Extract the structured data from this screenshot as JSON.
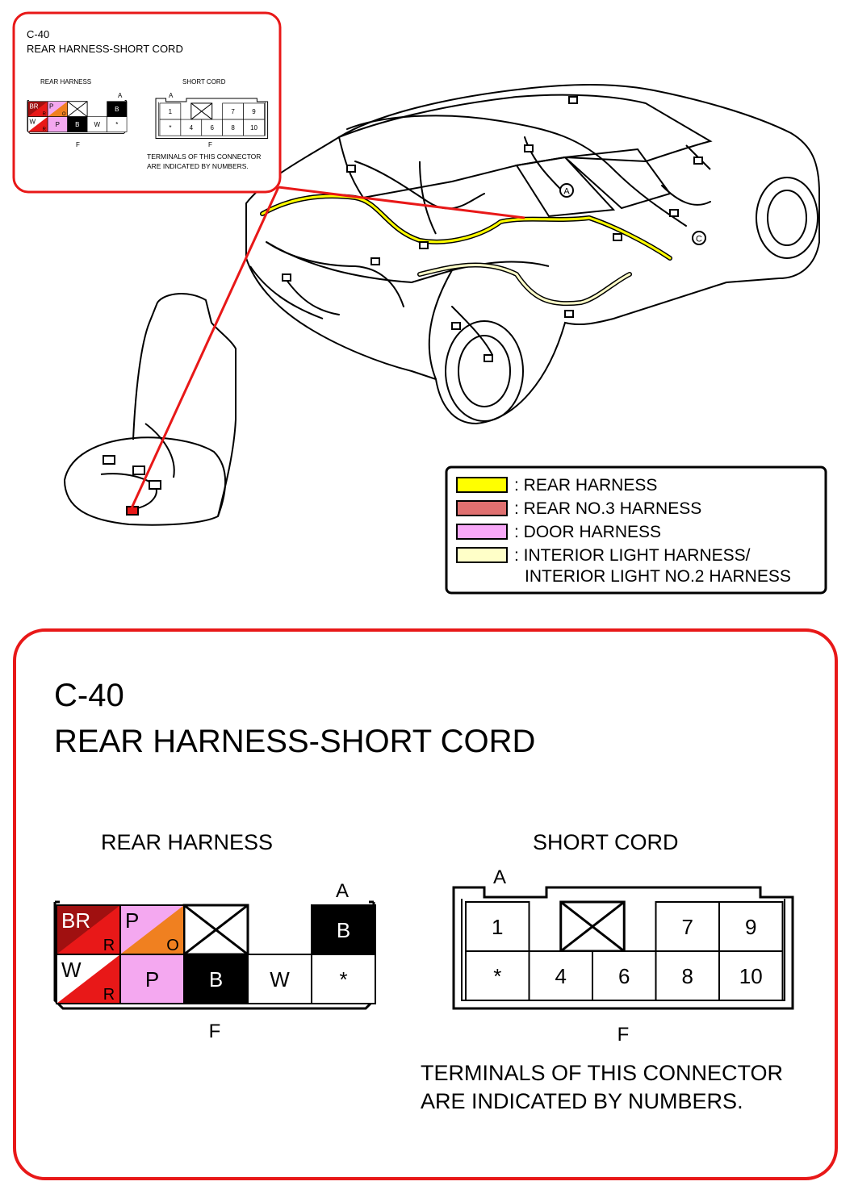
{
  "connector": {
    "code": "C-40",
    "name": "REAR HARNESS-SHORT CORD",
    "note_line1": "TERMINALS OF THIS CONNECTOR",
    "note_line2": "ARE INDICATED BY NUMBERS."
  },
  "rear_harness": {
    "title": "REAR HARNESS",
    "label_top": "A",
    "label_bottom": "F",
    "cells": [
      {
        "main": "BR",
        "sub": "R",
        "color_a": "#A01010",
        "color_b": "#E81818"
      },
      {
        "main": "P",
        "sub": "O",
        "color_a": "#F4A8F0",
        "color_b": "#F08020"
      },
      {
        "main": "W",
        "sub": "R",
        "color_a": "#FFFFFF",
        "color_b": "#E81818"
      },
      {
        "main": "P",
        "color": "#F4A8F0"
      },
      {
        "main": "B",
        "color": "#000000"
      },
      {
        "main": "W",
        "color": "#FFFFFF"
      },
      {
        "main": "B",
        "color": "#000000"
      },
      {
        "main": "*",
        "color": "#FFFFFF"
      }
    ]
  },
  "short_cord": {
    "title": "SHORT CORD",
    "label_top": "A",
    "label_bottom": "F",
    "pins": [
      "1",
      "7",
      "9",
      "*",
      "4",
      "6",
      "8",
      "10"
    ]
  },
  "legend": [
    {
      "label": ": REAR HARNESS",
      "color": "#FFFF00"
    },
    {
      "label": ": REAR NO.3 HARNESS",
      "color": "#E07070"
    },
    {
      "label": ": DOOR HARNESS",
      "color": "#F8A8F8"
    },
    {
      "label": ": INTERIOR LIGHT HARNESS/",
      "color": "#FFFFC8"
    },
    {
      "label": "INTERIOR LIGHT NO.2 HARNESS"
    }
  ],
  "callouts": [
    "A",
    "C"
  ],
  "colors": {
    "frame": "#E81818"
  }
}
